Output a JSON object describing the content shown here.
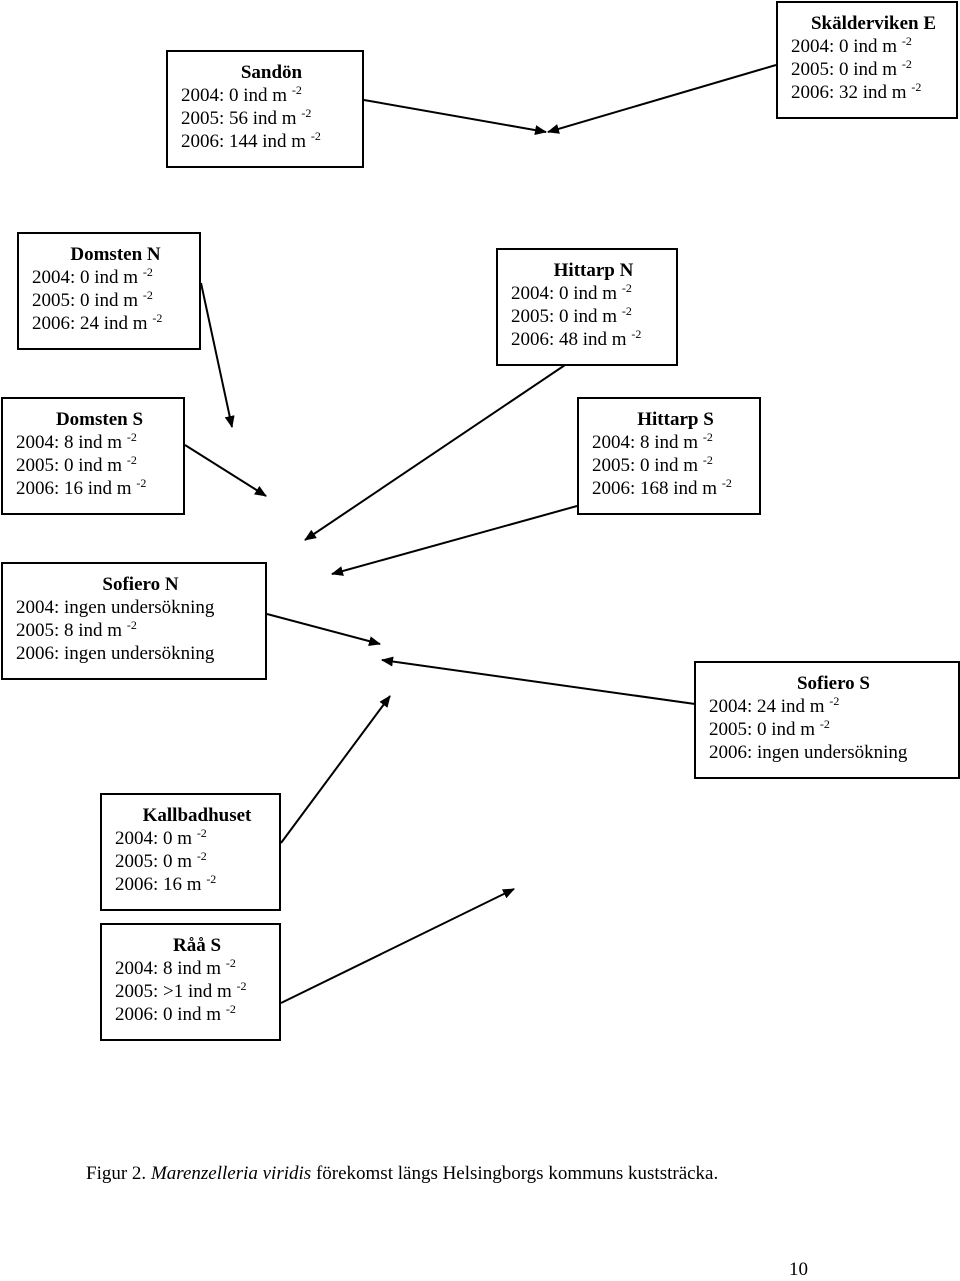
{
  "unit_suffix": "-2",
  "stations": [
    {
      "id": "sandon",
      "name": "Sandön",
      "lines": [
        {
          "year": "2004:",
          "value": "0 ind m"
        },
        {
          "year": "2005:",
          "value": "56 ind m"
        },
        {
          "year": "2006:",
          "value": "144 ind m"
        }
      ]
    },
    {
      "id": "skalderviken-e",
      "name": "Skälderviken E",
      "lines": [
        {
          "year": "2004:",
          "value": "0 ind m"
        },
        {
          "year": "2005:",
          "value": "0 ind m"
        },
        {
          "year": "2006:",
          "value": "32 ind m"
        }
      ]
    },
    {
      "id": "domsten-n",
      "name": "Domsten N",
      "lines": [
        {
          "year": "2004:",
          "value": "0 ind m"
        },
        {
          "year": "2005:",
          "value": "0 ind m"
        },
        {
          "year": "2006:",
          "value": "24 ind m"
        }
      ]
    },
    {
      "id": "hittarp-n",
      "name": "Hittarp N",
      "lines": [
        {
          "year": "2004:",
          "value": "0 ind m"
        },
        {
          "year": "2005:",
          "value": "0 ind m"
        },
        {
          "year": "2006:",
          "value": "48 ind m"
        }
      ]
    },
    {
      "id": "domsten-s",
      "name": "Domsten S",
      "lines": [
        {
          "year": "2004:",
          "value": "8 ind m"
        },
        {
          "year": "2005:",
          "value": "0 ind m"
        },
        {
          "year": "2006:",
          "value": "16 ind m"
        }
      ]
    },
    {
      "id": "hittarp-s",
      "name": "Hittarp S",
      "lines": [
        {
          "year": "2004:",
          "value": "8 ind m"
        },
        {
          "year": "2005:",
          "value": "0 ind m"
        },
        {
          "year": "2006:",
          "value": "168 ind m"
        }
      ]
    },
    {
      "id": "sofiero-n",
      "name": "Sofiero N",
      "lines": [
        {
          "year": "2004:",
          "value": "ingen undersökning",
          "plain": true
        },
        {
          "year": "2005:",
          "value": "8 ind m"
        },
        {
          "year": "2006:",
          "value": "ingen undersökning",
          "plain": true
        }
      ]
    },
    {
      "id": "sofiero-s",
      "name": "Sofiero S",
      "lines": [
        {
          "year": "2004:",
          "value": "24 ind m"
        },
        {
          "year": "2005:",
          "value": "0 ind m"
        },
        {
          "year": "2006:",
          "value": "ingen undersökning",
          "plain": true
        }
      ]
    },
    {
      "id": "kallbadhuset",
      "name": "Kallbadhuset",
      "lines": [
        {
          "year": "2004:",
          "value": "0 m"
        },
        {
          "year": "2005:",
          "value": "0 m"
        },
        {
          "year": "2006:",
          "value": "16 m"
        }
      ]
    },
    {
      "id": "raa-s",
      "name": "Råå S",
      "lines": [
        {
          "year": "2004:",
          "value": "8 ind m"
        },
        {
          "year": "2005:",
          "value": ">1 ind m"
        },
        {
          "year": "2006:",
          "value": "0 ind m"
        }
      ]
    }
  ],
  "caption": {
    "prefix": "Figur 2. ",
    "species": "Marenzelleria viridis",
    "suffix": " förekomst längs Helsingborgs kommuns kuststräcka."
  },
  "page_number": "10"
}
